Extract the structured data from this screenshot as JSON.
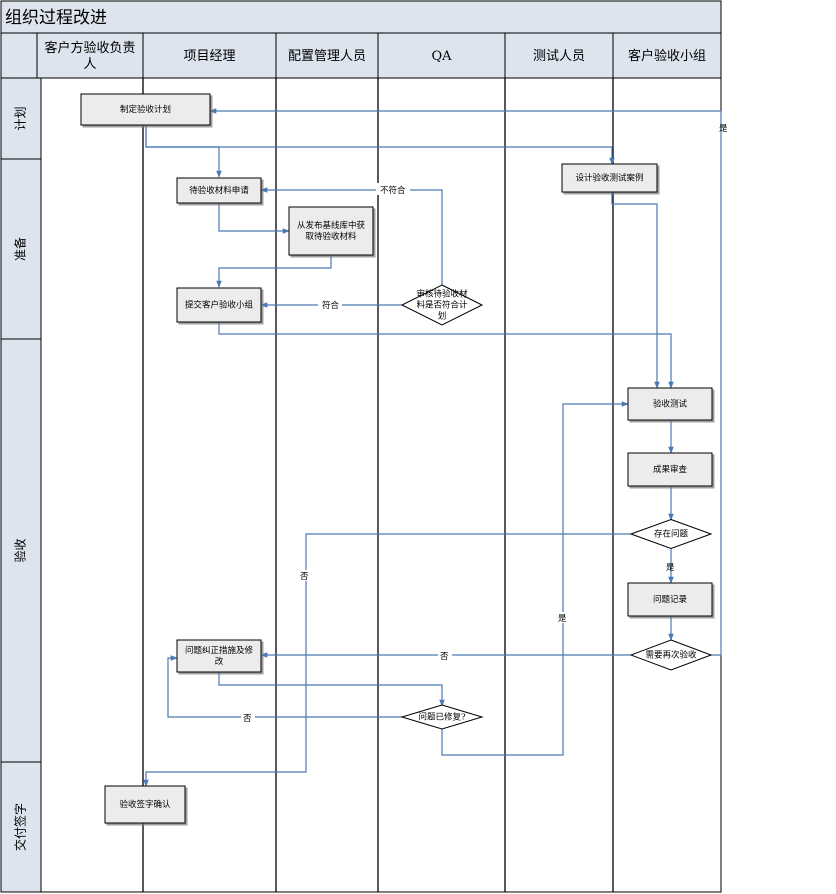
{
  "title": "组织过程改进",
  "lanes": [
    {
      "id": "customer_lead",
      "label_lines": [
        "客户方验收负责",
        "人"
      ]
    },
    {
      "id": "pm",
      "label_lines": [
        "项目经理"
      ]
    },
    {
      "id": "cm",
      "label_lines": [
        "配置管理人员"
      ]
    },
    {
      "id": "qa",
      "label_lines": [
        "QA"
      ]
    },
    {
      "id": "tester",
      "label_lines": [
        "测试人员"
      ]
    },
    {
      "id": "acceptance_team",
      "label_lines": [
        "客户验收小组"
      ]
    }
  ],
  "phases": [
    {
      "id": "plan",
      "label": "计划"
    },
    {
      "id": "prepare",
      "label": "准备"
    },
    {
      "id": "accept",
      "label": "验收"
    },
    {
      "id": "deliver",
      "label": "交付签字"
    }
  ],
  "nodes": [
    {
      "id": "n1",
      "shape": "process",
      "lines": [
        "制定验收计划"
      ]
    },
    {
      "id": "n2",
      "shape": "process",
      "lines": [
        "待验收材料申请"
      ]
    },
    {
      "id": "n3",
      "shape": "process",
      "lines": [
        "设计验收测试案例"
      ]
    },
    {
      "id": "n4",
      "shape": "process",
      "lines": [
        "从发布基线库中获",
        "取待验收材料"
      ]
    },
    {
      "id": "n5",
      "shape": "process",
      "lines": [
        "提交客户验收小组"
      ]
    },
    {
      "id": "n6",
      "shape": "decision",
      "lines": [
        "审核待验收材",
        "料是否符合计",
        "划"
      ]
    },
    {
      "id": "n7",
      "shape": "process",
      "lines": [
        "验收测试"
      ]
    },
    {
      "id": "n8",
      "shape": "process",
      "lines": [
        "成果审查"
      ]
    },
    {
      "id": "n9",
      "shape": "decision",
      "lines": [
        "存在问题"
      ]
    },
    {
      "id": "n10",
      "shape": "process",
      "lines": [
        "问题记录"
      ]
    },
    {
      "id": "n11",
      "shape": "decision",
      "lines": [
        "需要再次验收"
      ]
    },
    {
      "id": "n12",
      "shape": "process",
      "lines": [
        "问题纠正措施及修",
        "改"
      ]
    },
    {
      "id": "n13",
      "shape": "decision",
      "lines": [
        "问题已修复?"
      ]
    },
    {
      "id": "n14",
      "shape": "process",
      "lines": [
        "验收签字确认"
      ]
    }
  ],
  "edge_labels": {
    "fail": "不符合",
    "pass": "符合",
    "yes": "是",
    "no": "否"
  },
  "colors": {
    "line": "#4a7ab5",
    "node_fill": "#ececec",
    "border": "#000000"
  }
}
